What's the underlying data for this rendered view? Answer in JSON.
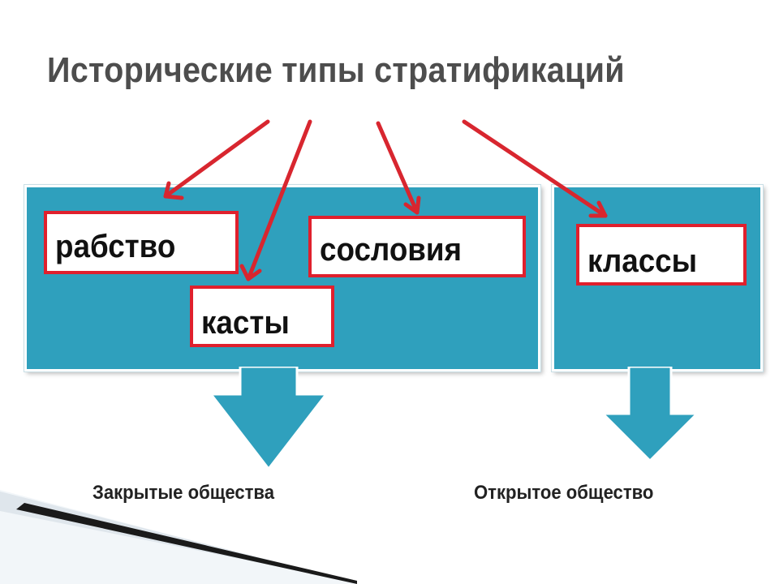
{
  "title": "Исторические типы стратификаций",
  "categories": {
    "slavery": "рабство",
    "castes": "касты",
    "estates": "сословия",
    "classes": "классы"
  },
  "captions": {
    "closed": "Закрытые общества",
    "open": "Открытое общество"
  },
  "colors": {
    "panel": "#2fa0bd",
    "box_border": "#e0202d",
    "pointer_arrows": "#d8262f",
    "title_text": "#4d4d4d"
  }
}
